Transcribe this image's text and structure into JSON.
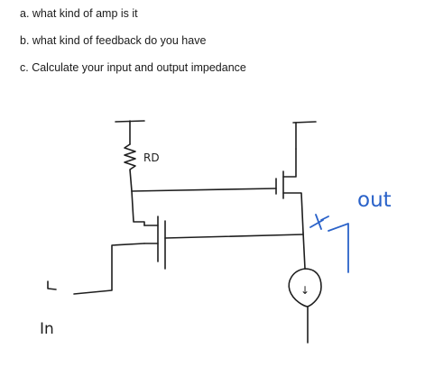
{
  "questions": [
    {
      "text": "a. what kind of amp is it"
    },
    {
      "text": "b. what kind of feedback do you have"
    },
    {
      "text": "c. Calculate your input and output impedance"
    }
  ],
  "circuit": {
    "resistor_label": "RD",
    "input_label": "In",
    "output_label": "out",
    "source_arrow": "↓",
    "colors": {
      "ink": "#1e1e1e",
      "annotation": "#2a62c9"
    }
  }
}
